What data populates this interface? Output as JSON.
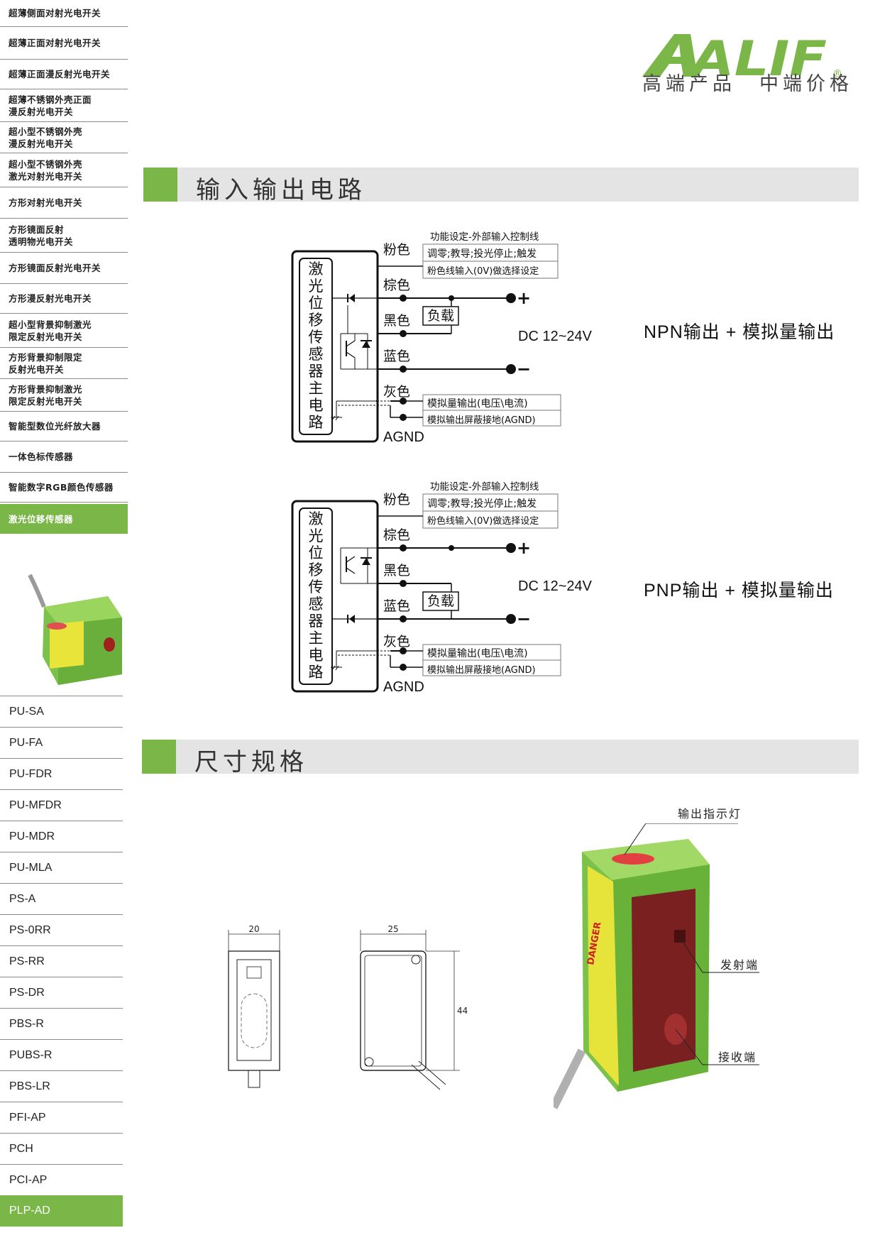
{
  "sidebar": {
    "categories": [
      {
        "label": "超薄侧面对射光电开关"
      },
      {
        "label": "超薄正面对射光电开关"
      },
      {
        "label": "超薄正面漫反射光电开关"
      },
      {
        "label": "超薄不锈钢外壳正面\n漫反射光电开关"
      },
      {
        "label": "超小型不锈钢外壳\n漫反射光电开关"
      },
      {
        "label": "超小型不锈钢外壳\n激光对射光电开关"
      },
      {
        "label": "方形对射光电开关"
      },
      {
        "label": "方形镜面反射\n透明物光电开关"
      },
      {
        "label": "方形镜面反射光电开关"
      },
      {
        "label": "方形漫反射光电开关"
      },
      {
        "label": "超小型背景抑制激光\n限定反射光电开关"
      },
      {
        "label": "方形背景抑制限定\n反射光电开关"
      },
      {
        "label": "方形背景抑制激光\n限定反射光电开关"
      },
      {
        "label": "智能型数位光纤放大器"
      },
      {
        "label": "一体色标传感器"
      },
      {
        "label": "智能数字RGB颜色传感器"
      },
      {
        "label": "激光位移传感器"
      }
    ],
    "models": [
      "PU-SA",
      "PU-FA",
      "PU-FDR",
      "PU-MFDR",
      "PU-MDR",
      "PU-MLA",
      "PS-A",
      "PS-0RR",
      "PS-RR",
      "PS-DR",
      "PBS-R",
      "PUBS-R",
      "PBS-LR",
      "PFI-AP",
      "PCH",
      "PCI-AP",
      "PLP-AD"
    ]
  },
  "header": {
    "brand": "ALIF",
    "registered": "®",
    "slogan": "高端产品　中端价格"
  },
  "colors": {
    "accent": "#7ab648",
    "section_bg": "#e4e4e4"
  },
  "sections": {
    "circuit_title": "输入输出电路",
    "dimension_title": "尺寸规格"
  },
  "circuits": [
    {
      "output_label": "NPN输出 + 模拟量输出",
      "main_circuit": "激光位移传感器主电路",
      "wires": [
        "粉色",
        "棕色",
        "黑色",
        "蓝色",
        "灰色"
      ],
      "agnd": "AGND",
      "function_title": "功能设定-外部输入控制线",
      "function_line1": "调零;教导;投光停止;触发",
      "function_line2": "粉色线输入(0V)做选择设定",
      "load": "负载",
      "supply": "DC 12~24V",
      "plus": "+",
      "minus": "−",
      "analog_out": "模拟量输出(电压\\电流)",
      "analog_gnd": "模拟输出屏蔽接地(AGND)"
    },
    {
      "output_label": "PNP输出 + 模拟量输出",
      "main_circuit": "激光位移传感器主电路",
      "wires": [
        "粉色",
        "棕色",
        "黑色",
        "蓝色",
        "灰色"
      ],
      "agnd": "AGND",
      "function_title": "功能设定-外部输入控制线",
      "function_line1": "调零;教导;投光停止;触发",
      "function_line2": "粉色线输入(0V)做选择设定",
      "load": "负载",
      "supply": "DC 12~24V",
      "plus": "+",
      "minus": "−",
      "analog_out": "模拟量输出(电压\\电流)",
      "analog_gnd": "模拟输出屏蔽接地(AGND)"
    }
  ],
  "dimensions": {
    "width": "20",
    "depth": "25",
    "height": "44"
  },
  "photo_labels": {
    "indicator": "输出指示灯",
    "emitter": "发射端",
    "receiver": "接收端",
    "danger": "DANGER"
  }
}
